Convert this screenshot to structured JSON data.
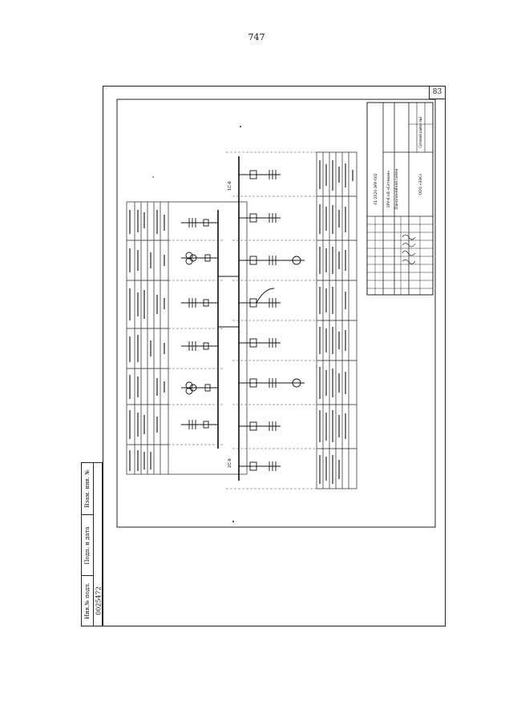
{
  "page": {
    "number": "747",
    "sheet_number": "83"
  },
  "side_stamp": {
    "inventory_label": "Инв.№ подл.",
    "sign_date_label": "Подп. и дата",
    "replace_label": "Взам. инв. №",
    "inventory_value": "0025472"
  },
  "diagram": {
    "bus_left_label": "2С-6",
    "bus_right_label": "1С-6",
    "title_block": {
      "doc_code": "01-2020-ЭРУ-002",
      "object": "ЗРУ-6 кВ «Сетевая»",
      "sheet_title": "Однолинейная схема",
      "subtitle": "Сетевой район №2",
      "org": "ООО «ЭЭС»"
    }
  }
}
